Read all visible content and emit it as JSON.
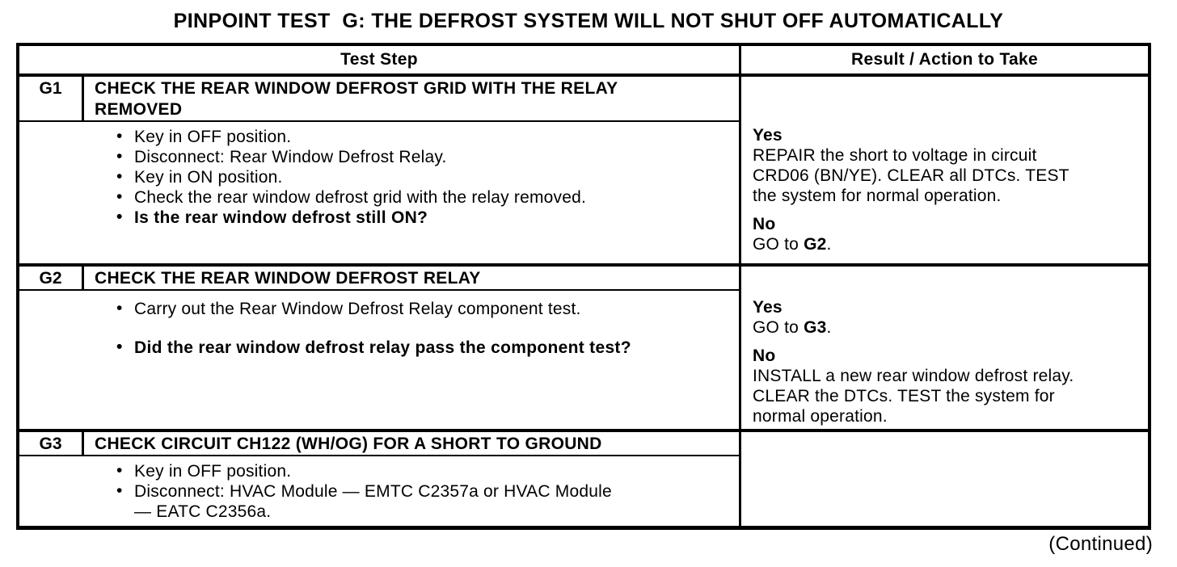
{
  "page": {
    "title": "PINPOINT TEST  G: THE DEFROST SYSTEM WILL NOT SHUT OFF AUTOMATICALLY",
    "continued_note": "(Continued)"
  },
  "table": {
    "header": {
      "test_step": "Test Step",
      "result_action": "Result / Action to Take"
    },
    "steps": [
      {
        "id": "G1",
        "title": "CHECK THE REAR WINDOW DEFROST GRID WITH THE RELAY\nREMOVED",
        "bullets": [
          "Key in OFF position.",
          "Disconnect: Rear Window Defrost Relay.",
          "Key in ON position.",
          "Check the rear window defrost grid with the relay removed."
        ],
        "question": "Is the rear window defrost still ON?",
        "result": {
          "yes_label": "Yes",
          "yes_action": "REPAIR the short to voltage in circuit\nCRD06 (BN/YE). CLEAR all DTCs. TEST\nthe system for normal operation.",
          "no_label": "No",
          "no_action_prefix": "GO to ",
          "no_action_ref": "G2",
          "no_action_suffix": "."
        }
      },
      {
        "id": "G2",
        "title": "CHECK THE REAR WINDOW DEFROST RELAY",
        "bullets": [
          "Carry out the Rear Window Defrost Relay component test."
        ],
        "question": "Did the rear window defrost relay pass the component test?",
        "result": {
          "yes_label": "Yes",
          "yes_action_prefix": "GO to ",
          "yes_action_ref": "G3",
          "yes_action_suffix": ".",
          "no_label": "No",
          "no_action": "INSTALL a new rear window defrost relay.\nCLEAR the DTCs. TEST the system for\nnormal operation."
        }
      },
      {
        "id": "G3",
        "title": "CHECK CIRCUIT CH122 (WH/OG) FOR A SHORT TO GROUND",
        "bullets": [
          "Key in OFF position.",
          "Disconnect: HVAC Module — EMTC C2357a or HVAC Module\n— EATC C2356a."
        ]
      }
    ]
  }
}
